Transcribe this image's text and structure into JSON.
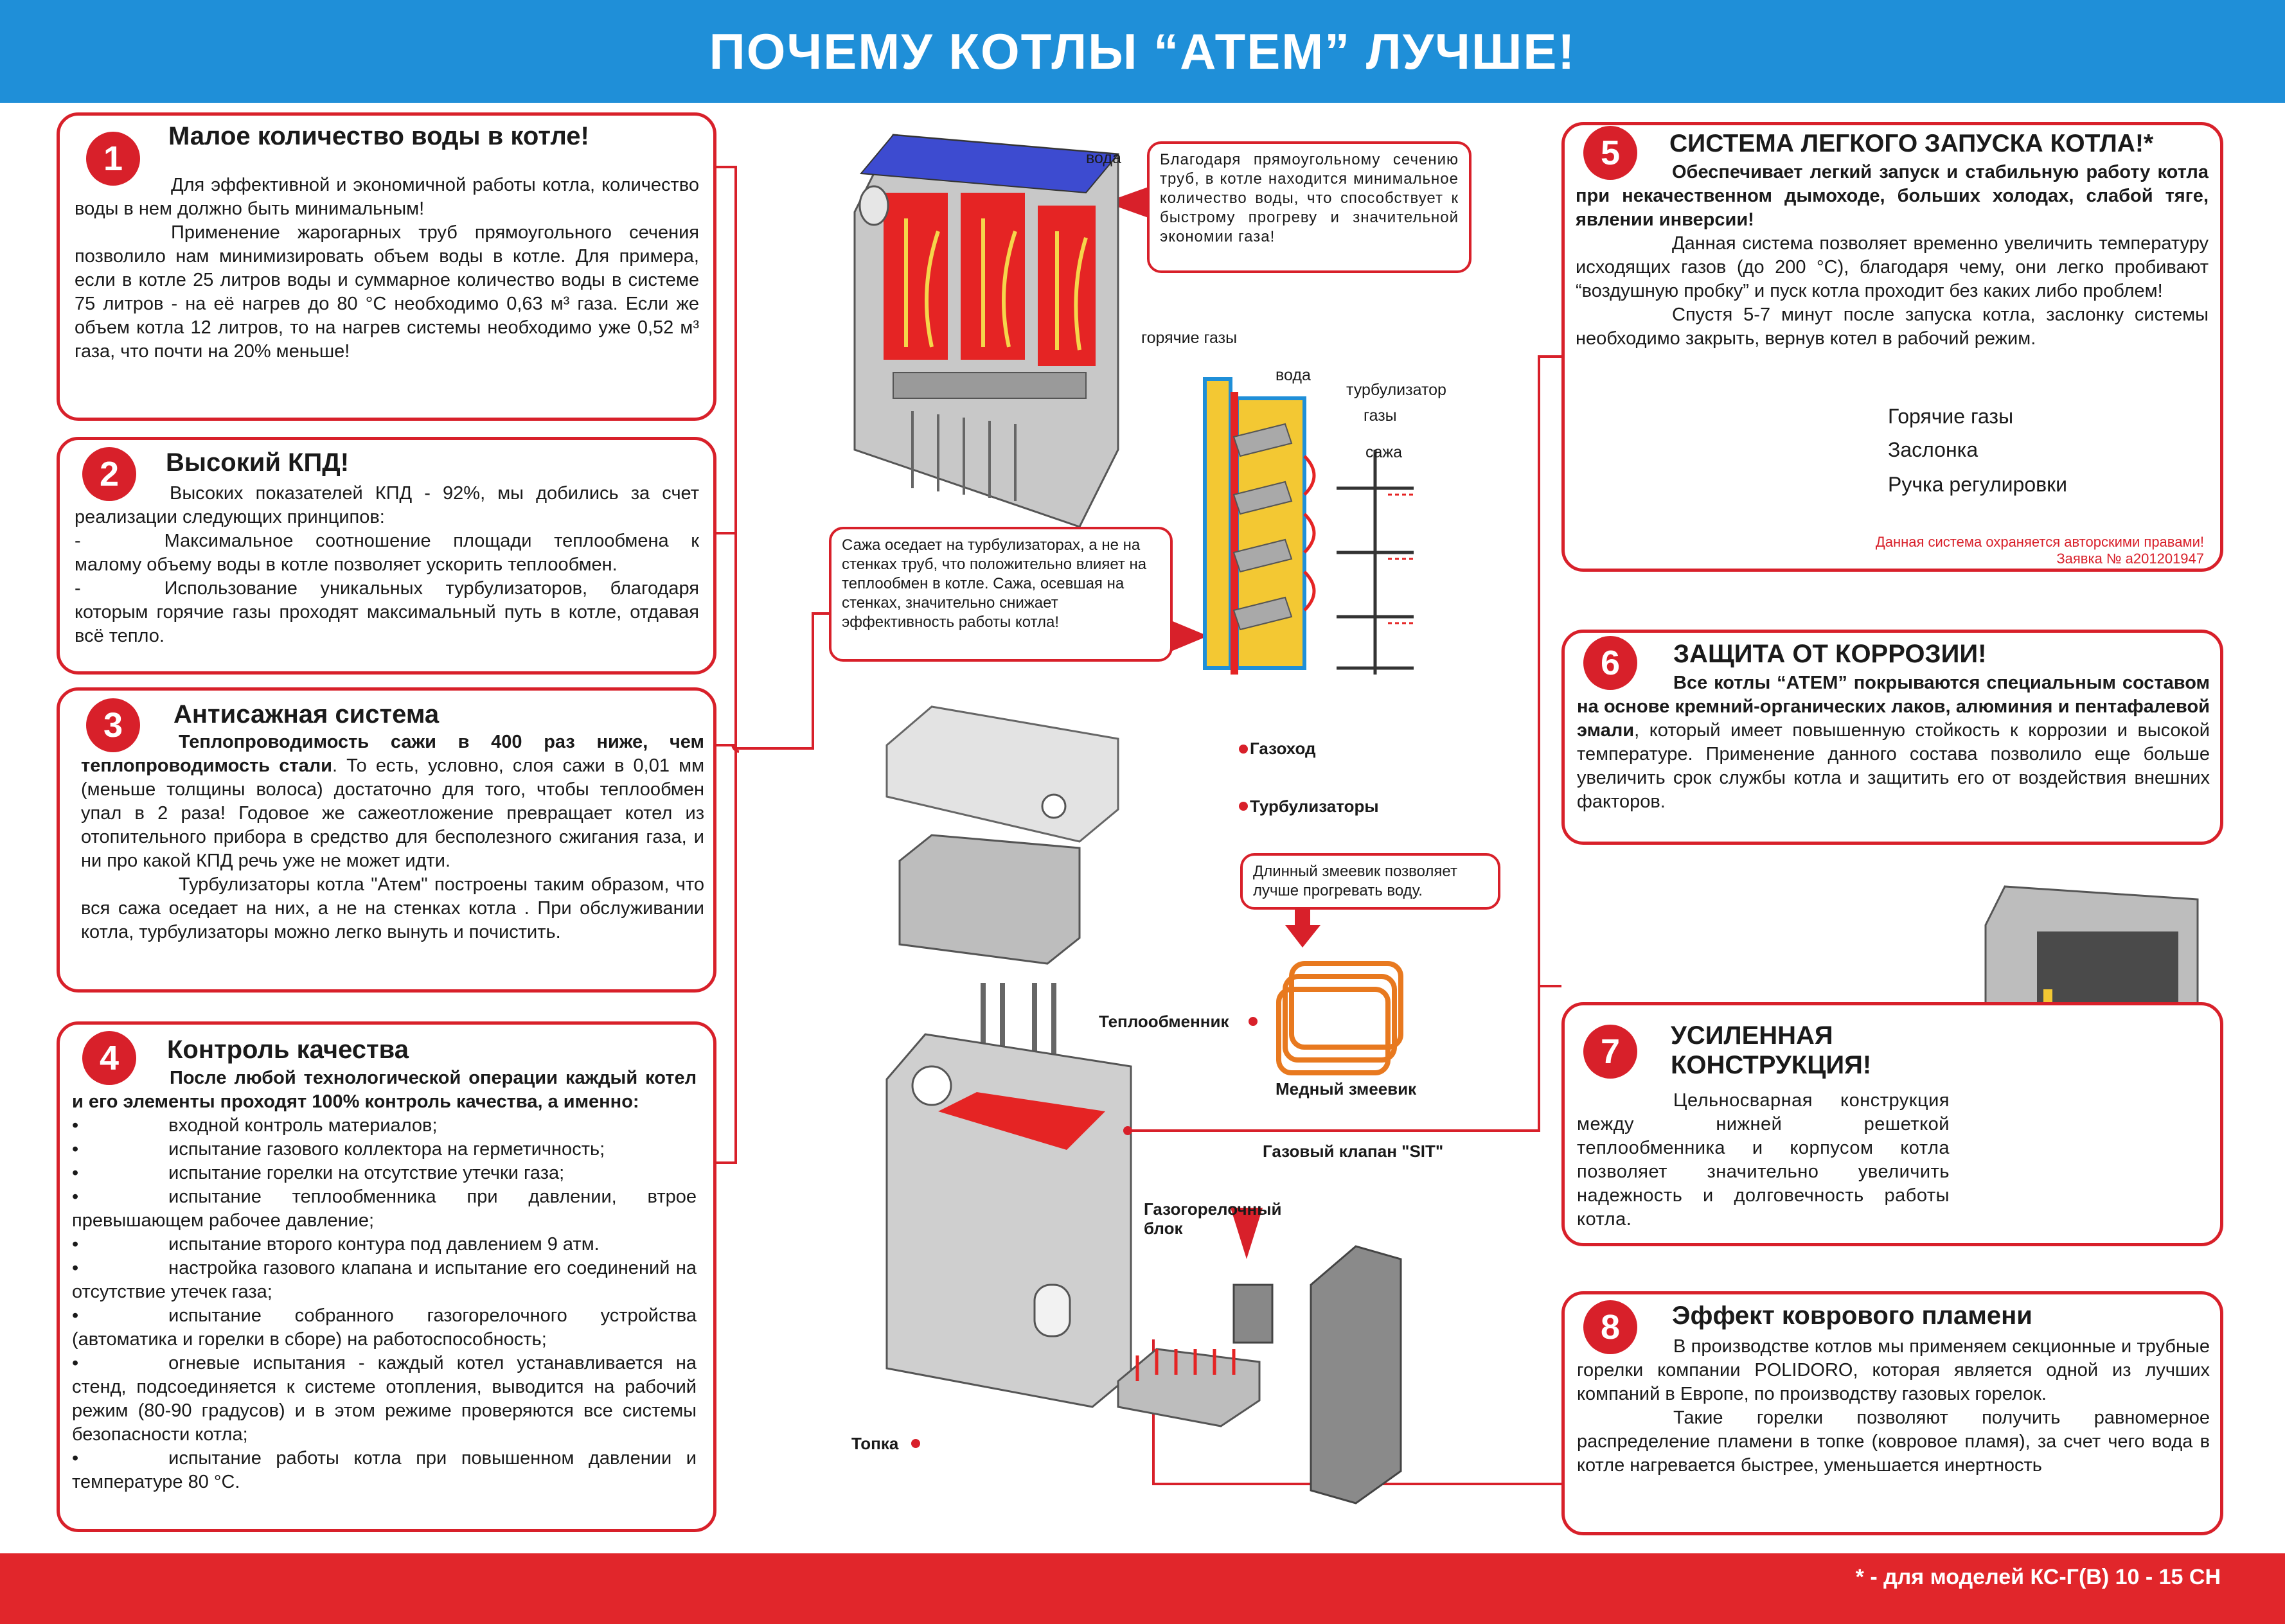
{
  "header": {
    "title": "ПОЧЕМУ КОТЛЫ “АТЕМ” ЛУЧШЕ!"
  },
  "footer": {
    "note": "* - для моделей КС-Г(В) 10 - 15 СН"
  },
  "colors": {
    "accent_red": "#d8202a",
    "header_blue": "#1f8fd8",
    "footer_red": "#e1262b"
  },
  "panels": {
    "p1": {
      "number": "1",
      "title": "Малое количество воды в котле!",
      "para1": "Для эффективной и экономичной работы котла, количество воды в нем должно быть минимальным!",
      "para2": "Применение жарогарных труб прямоугольного сечения позволило нам минимизировать объем воды в котле. Для примера, если в котле 25 литров воды и  суммарное количество воды в системе  75 литров -  на её нагрев до 80 °С необходимо  0,63 м³ газа. Если же объем котла 12 литров, то на нагрев системы  необходимо уже  0,52 м³ газа, что почти на 20% меньше!"
    },
    "p2": {
      "number": "2",
      "title": "Высокий КПД!",
      "para1": "Высоких показателей КПД - 92%, мы добились за счет реализации  следующих принципов:",
      "item1": "Максимальное соотношение площади теплообмена к малому объему воды в котле  позволяет ускорить теплообмен.",
      "item2": "Использование уникальных турбулизаторов, благодаря которым горячие газы проходят максимальный путь в котле, отдавая всё тепло.",
      "dash": "-"
    },
    "p3": {
      "number": "3",
      "title": "Антисажная система",
      "bold1": "Теплопроводимость сажи в 400 раз ниже, чем теплопроводимость стали",
      "para1": ". То есть, условно, слоя сажи в 0,01 мм (меньше толщины волоса) достаточно для того, чтобы теплообмен упал в 2 раза! Годовое же сажеотложение превращает котел из отопительного прибора в средство для бесполезного сжигания газа, и ни про какой КПД речь уже не может идти.",
      "para2": "Турбулизаторы котла  \"Атем\" построены таким образом, что  вся сажа оседает на них, а не на стенках котла . При обслуживании котла, турбулизаторы можно легко вынуть и почистить."
    },
    "p4": {
      "number": "4",
      "title": "Контроль качества",
      "bold1": "После любой технологической операции каждый котел и его элементы проходят 100% контроль качества, а именно:",
      "bullet": "•",
      "items": [
        "входной контроль материалов;",
        "испытание газового коллектора на герметичность;",
        "испытание горелки на отсутствие утечки газа;",
        "испытание теплообменника при давлении, втрое превышающем рабочее давление;",
        "испытание второго контура под давлением 9 атм.",
        "настройка газового клапана и испытание его соединений на отсутствие утечек газа;",
        "испытание собранного газогорелочного устройства (автоматика и горелки в сборе) на работоспособность;",
        "огневые испытания - каждый котел устанавливается на стенд, подсоединяется к системе отопления, выводится на рабочий режим (80-90 градусов) и в этом режиме проверяются все системы безопасности котла;",
        "испытание работы котла при повышенном давлении и температуре 80 °С."
      ]
    },
    "p5": {
      "number": "5",
      "title": "СИСТЕМА ЛЕГКОГО ЗАПУСКА КОТЛА!*",
      "bold1": "Обеспечивает легкий запуск и стабильную работу котла  при некачественном  дымоходе, больших холодах, слабой тяге, явлении инверсии!",
      "para1": "Данная система позволяет временно увеличить температуру исходящих газов (до 200 °С), благодаря чему, они легко пробивают “воздушную пробку” и пуск котла проходит без каких либо проблем!",
      "para2": "Спустя 5-7 минут после запуска котла, заслонку системы необходимо закрыть, вернув котел в рабочий режим.",
      "label_gases": "Горячие газы",
      "label_damper": "Заслонка",
      "label_handle": "Ручка регулировки",
      "copyright1": "Данная система охраняется авторскими правами!",
      "copyright2": "Заявка № а201201947"
    },
    "p6": {
      "number": "6",
      "title": "ЗАЩИТА ОТ КОРРОЗИИ!",
      "bold1": "Все котлы “АТЕМ” покрываются специальным составом на основе кремний-органических лаков, алюминия и пентафалевой эмали",
      "para1": ", который имеет повышенную стойкость к коррозии и высокой температуре. Применение данного состава позволило еще больше увеличить срок службы котла и защитить его от воздействия  внешних факторов."
    },
    "p7": {
      "number": "7",
      "title_line1": "УСИЛЕННАЯ",
      "title_line2": "КОНСТРУКЦИЯ!",
      "para1": "Цельносварная конструкция между нижней решеткой теплообменника и корпусом котла позволяет значительно увеличить надежность и долговечность работы котла."
    },
    "p8": {
      "number": "8",
      "title": "Эффект коврового пламени",
      "para1": "В производстве котлов   мы применяем секционные и трубные горелки  компании  POLIDORO, которая является одной из лучших компаний в Европе, по производству газовых горелок.",
      "para2": "Такие горелки позволяют получить равномерное распределение пламени в топке (ковровое пламя), за счет чего вода в котле нагревается быстрее, уменьшается инертность"
    }
  },
  "diagram": {
    "callout_top": "Благодаря прямоугольному сечению труб, в котле находится минимальное количество воды, что способствует к быстрому прогреву и значительной экономии газа!",
    "label_water": "вода",
    "label_hot_gases": "горячие газы",
    "label_water2": "вода",
    "label_turbulizer": "турбулизатор",
    "label_gases": "газы",
    "label_soot": "сажа",
    "callout_soot": "Сажа оседает на турбулизаторах, а не на стенках труб, что положительно влияет на теплообмен в котле. Сажа, осевшая на стенках, значительно снижает эффективность работы котла!",
    "label_flue": "Газоход",
    "label_turbulizers": "Турбулизаторы",
    "callout_coil": "Длинный змеевик позволяет лучше прогревать воду.",
    "label_heat_exchanger": "Теплообменник",
    "label_copper_coil": "Медный змеевик",
    "label_gas_valve": "Газовый клапан \"SIT\"",
    "label_burner_line1": "Газогорелочный",
    "label_burner_line2": "блок",
    "label_furnace": "Топка"
  }
}
